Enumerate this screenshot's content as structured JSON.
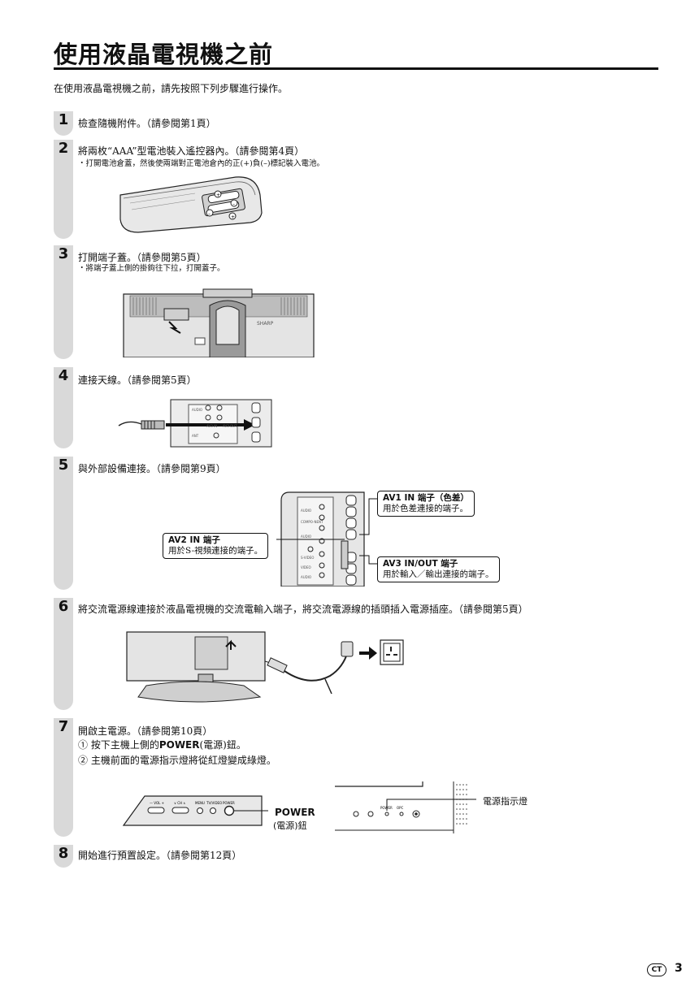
{
  "page": {
    "title": "使用液晶電視機之前",
    "intro": "在使用液晶電視機之前，請先按照下列步驟進行操作。"
  },
  "steps": [
    {
      "num": "1",
      "text": "檢查隨機附件。（請參閱第1頁）"
    },
    {
      "num": "2",
      "text": "將兩枚“AAA”型電池裝入遙控器內。（請參閱第4頁）",
      "sub": "・打開電池倉蓋，然後使兩端對正電池倉內的正(+)負(–)標記裝入電池。"
    },
    {
      "num": "3",
      "text": "打開端子蓋。（請參閱第5頁）",
      "sub": "・將端子蓋上側的掛鉤往下拉，打開蓋子。"
    },
    {
      "num": "4",
      "text": "連接天線。（請參閱第5頁）"
    },
    {
      "num": "5",
      "text": "與外部設備連接。（請參閱第9頁）"
    },
    {
      "num": "6",
      "text": "將交流電源線連接於液晶電視機的交流電輸入端子，將交流電源線的插頭插入電源插座。（請參閱第5頁）"
    },
    {
      "num": "7",
      "text": "開啟主電源。（請參閱第10頁）",
      "line1_prefix": "① 按下主機上側的",
      "line1_bold": "POWER",
      "line1_suffix": "(電源)鈕。",
      "line2": "② 主機前面的電源指示燈將從紅燈變成綠燈。"
    },
    {
      "num": "8",
      "text": "開始進行預置設定。（請參閱第12頁）"
    }
  ],
  "callouts": {
    "av1_title": "AV1 IN 端子（色差）",
    "av1_desc": "用於色差連接的端子。",
    "av2_title": "AV2 IN 端子",
    "av2_desc": "用於S-視頻連接的端子。",
    "av3_title": "AV3 IN/OUT 端子",
    "av3_desc": "用於輸入／輸出連接的端子。"
  },
  "figure7": {
    "power_label": "POWER",
    "power_sub": "(電源)鈕",
    "indicator_label": "電源指示燈",
    "panel_labels": [
      "— VOL +",
      "∨ CH ∧",
      "MENU",
      "TV/VIDEO",
      "POWER"
    ],
    "front_labels": [
      "POWER",
      "OPC"
    ]
  },
  "figure5_panel_labels": [
    "AUDIO",
    "COMPO-NENT",
    "AUDIO",
    "S-VIDEO",
    "VIDEO",
    "AUDIO"
  ],
  "figure4_panel_labels": [
    "AUDIO",
    "AV3 IN",
    "AV3 OUT",
    "ANT"
  ],
  "footer": {
    "badge": "CT",
    "page": "3"
  },
  "colors": {
    "step_bar": "#d9d9d9",
    "text": "#111111",
    "rule": "#111111"
  }
}
